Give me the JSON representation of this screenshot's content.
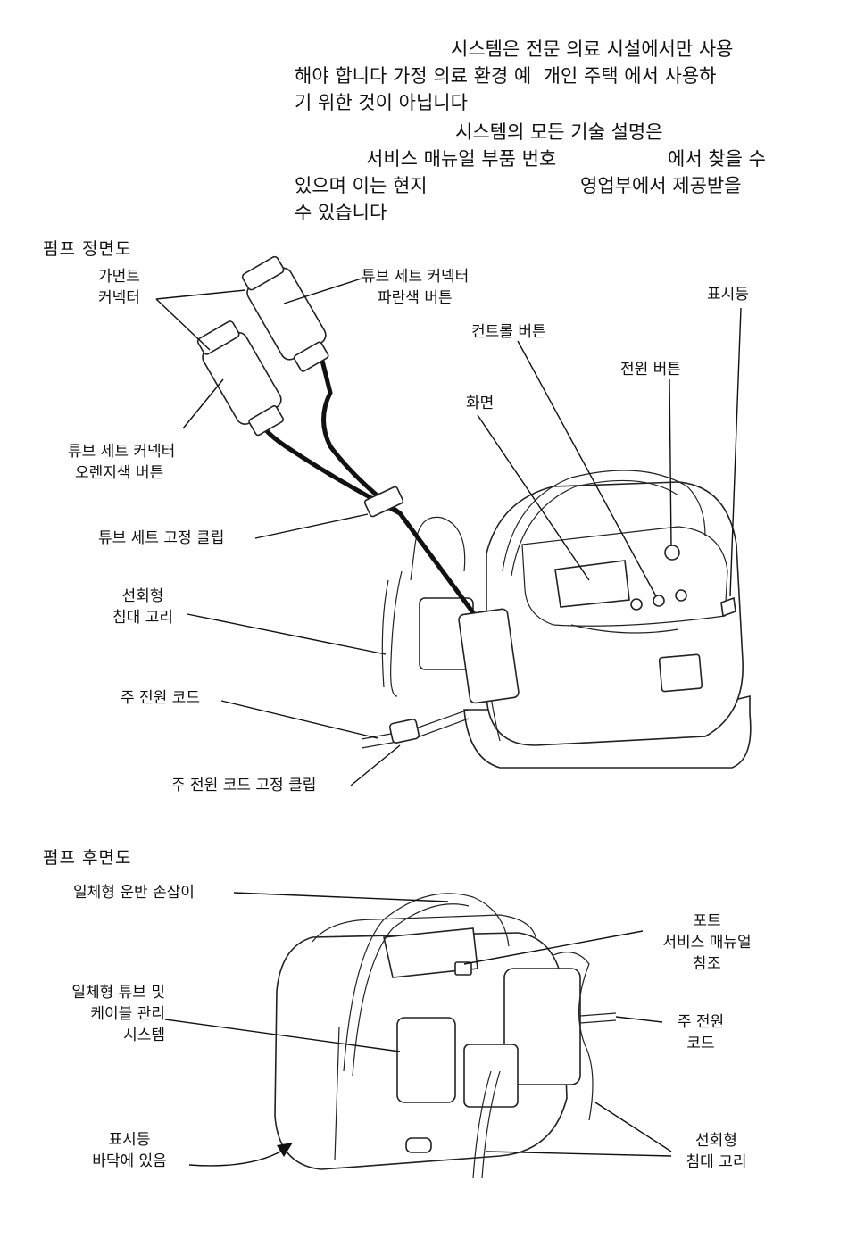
{
  "intro": {
    "p1": [
      "시스템은 전문 의료 시설에서만 사용",
      "해야 합니다 가정 의료 환경 예  개인 주택 에서 사용하",
      "기 위한 것이 아닙니다"
    ],
    "p2": [
      "시스템의 모든 기술 설명은",
      "서비스 매뉴얼  부품 번호",
      "에서 찾을 수",
      "있으며  이는 현지",
      "영업부에서 제공받을",
      "수 있습니다"
    ]
  },
  "front": {
    "heading": "펌프  정면도",
    "labels": {
      "garment_connector": [
        "가먼트",
        "커넥터"
      ],
      "tube_connector_blue": [
        "튜브 세트 커넥터",
        "파란색 버튼"
      ],
      "tube_connector_orange": [
        "튜브 세트 커넥터",
        "오렌지색 버튼"
      ],
      "indicator": "표시등",
      "control_button": "컨트롤 버튼",
      "power_button": "전원 버튼",
      "screen": "화면",
      "tube_clip": "튜브 세트 고정 클립",
      "bed_hook": [
        "선회형",
        "침대 고리"
      ],
      "main_cord": "주 전원 코드",
      "cord_clip": "주 전원 코드 고정 클립"
    }
  },
  "rear": {
    "heading": "펌프  후면도",
    "labels": {
      "handle": "일체형 운반 손잡이",
      "port": [
        "포트",
        "서비스 매뉴얼",
        "참조"
      ],
      "tube_mgmt": [
        "일체형 튜브 및",
        "케이블 관리",
        "시스템"
      ],
      "main_cord": [
        "주 전원",
        "코드"
      ],
      "indicator_bottom": [
        "표시등",
        "바닥에 있음"
      ],
      "bed_hook": [
        "선회형",
        "침대 고리"
      ]
    }
  }
}
